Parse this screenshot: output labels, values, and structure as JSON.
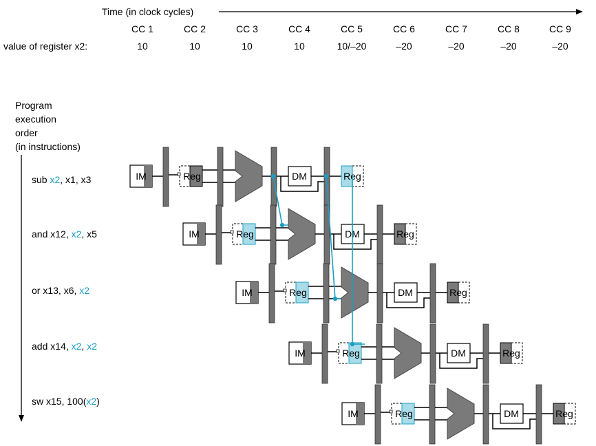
{
  "header": {
    "time_label": "Time (in clock cycles)",
    "cycles": [
      "CC 1",
      "CC 2",
      "CC 3",
      "CC 4",
      "CC 5",
      "CC 6",
      "CC 7",
      "CC 8",
      "CC 9"
    ],
    "register_label": "value of register x2:",
    "register_values": [
      "10",
      "10",
      "10",
      "10",
      "10/–20",
      "–20",
      "–20",
      "–20",
      "–20"
    ]
  },
  "order_label": [
    "Program",
    "execution",
    "order",
    "(in instructions)"
  ],
  "instructions": [
    {
      "parts": [
        {
          "text": "sub ",
          "hl": false
        },
        {
          "text": "x2",
          "hl": true
        },
        {
          "text": ", x1, x3",
          "hl": false
        }
      ]
    },
    {
      "parts": [
        {
          "text": "and x12, ",
          "hl": false
        },
        {
          "text": "x2",
          "hl": true
        },
        {
          "text": ", x5",
          "hl": false
        }
      ]
    },
    {
      "parts": [
        {
          "text": "or x13, x6, ",
          "hl": false
        },
        {
          "text": "x2",
          "hl": true
        }
      ]
    },
    {
      "parts": [
        {
          "text": "add x14, ",
          "hl": false
        },
        {
          "text": "x2",
          "hl": true
        },
        {
          "text": ", ",
          "hl": false
        },
        {
          "text": "x2",
          "hl": true
        }
      ]
    },
    {
      "parts": [
        {
          "text": "sw x15, 100(",
          "hl": false
        },
        {
          "text": "x2",
          "hl": true
        },
        {
          "text": ")",
          "hl": false
        }
      ]
    }
  ],
  "stage_labels": {
    "im": "IM",
    "reg": "Reg",
    "dm": "DM"
  },
  "colors": {
    "highlight": "#1a9fc4",
    "register_fill": "#a9dbe8",
    "stage_gray": "#7a7a7a",
    "bar_gray": "#707070"
  },
  "forwarding_paths": [
    {
      "from": "sub",
      "to": "and x12",
      "kind": "bypass"
    },
    {
      "from": "sub",
      "to": "or x13",
      "kind": "bypass"
    },
    {
      "from": "sub",
      "to": "add x14",
      "kind": "register-file"
    }
  ]
}
